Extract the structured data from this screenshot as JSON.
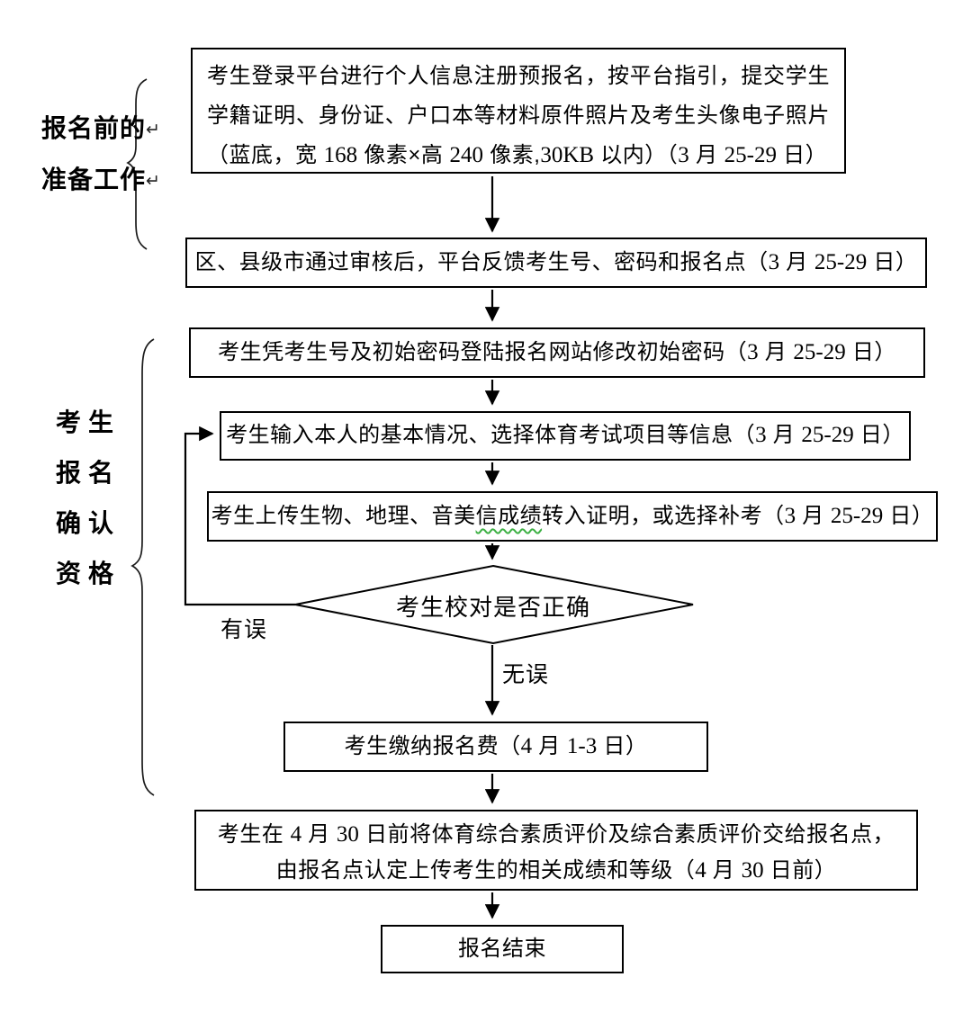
{
  "flowchart": {
    "side_labels": {
      "group1": {
        "lines": [
          "报名前的",
          "准备工作"
        ]
      },
      "group2": {
        "lines": [
          "考生",
          "报名",
          "确认",
          "资格"
        ]
      }
    },
    "line_break_mark": "↵",
    "steps": {
      "step1": "考生登录平台进行个人信息注册预报名，按平台指引，提交学生学籍证明、身份证、户口本等材料原件照片及考生头像电子照片（蓝底，宽 168 像素×高 240 像素,30KB 以内）（3 月 25-29 日）",
      "step2": "区、县级市通过审核后，平台反馈考生号、密码和报名点（3 月 25-29 日）",
      "step3": "考生凭考生号及初始密码登陆报名网站修改初始密码（3 月 25-29 日）",
      "step4": "考生输入本人的基本情况、选择体育考试项目等信息（3 月 25-29 日）",
      "step5_pre": "考生上传生物、地理、音美",
      "step5_marked": "信成绩",
      "step5_post": "转入证明，或选择补考（3 月 25-29 日）",
      "decision": "考生校对是否正确",
      "step6": "考生缴纳报名费（4 月 1-3 日）",
      "step7_line1": "考生在 4 月 30 日前将体育综合素质评价及综合素质评价交给报名点，",
      "step7_line2": "由报名点认定上传考生的相关成绩和等级（4 月 30 日前）",
      "step8": "报名结束"
    },
    "branches": {
      "error": "有误",
      "ok": "无误"
    },
    "colors": {
      "line": "#000000",
      "spellcheck_underline": "#3cb043",
      "background": "#ffffff"
    }
  }
}
